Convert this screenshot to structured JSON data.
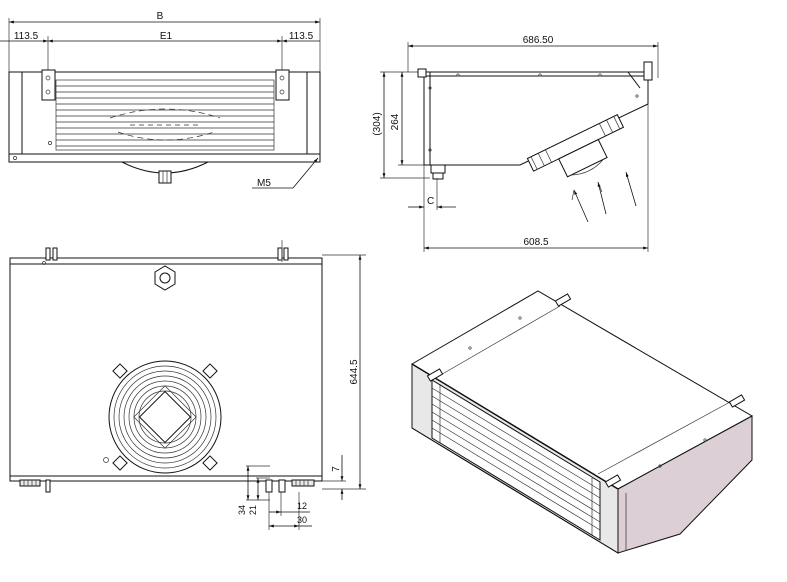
{
  "front_view": {
    "dim_overall": "B",
    "dim_side_left": "113.5",
    "dim_center": "E1",
    "dim_side_right": "113.5",
    "callout_thread": "M5"
  },
  "side_view": {
    "dim_top_length": "686.50",
    "dim_height_outer": "(304)",
    "dim_height_inner": "264",
    "dim_offset": "C",
    "dim_bottom_length": "608.5"
  },
  "top_view": {
    "dim_depth": "644.5",
    "dim_small_offset": "7",
    "dim_pipe_34": "34",
    "dim_pipe_21": "21",
    "dim_pipe_12": "12",
    "dim_pipe_30": "30"
  }
}
